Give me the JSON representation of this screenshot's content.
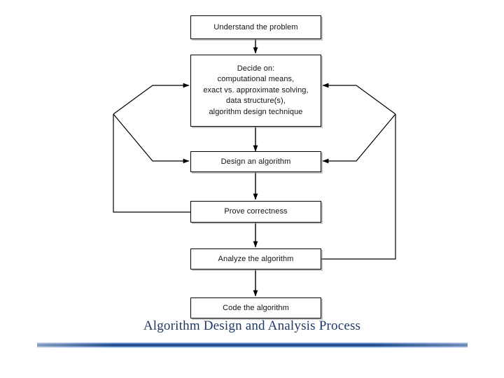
{
  "diagram": {
    "caption": "Algorithm Design and Analysis Process",
    "accent_color": "#1f3864",
    "line_color": "#000000",
    "box_fill": "#ffffff",
    "nodes": [
      {
        "id": "understand",
        "label": "Understand the problem"
      },
      {
        "id": "decide",
        "label": "Decide on:\ncomputational means,\nexact vs. approximate solving,\ndata structure(s),\nalgorithm design technique"
      },
      {
        "id": "design",
        "label": "Design an algorithm"
      },
      {
        "id": "prove",
        "label": "Prove correctness"
      },
      {
        "id": "analyze",
        "label": "Analyze the algorithm"
      },
      {
        "id": "code",
        "label": "Code the algorithm"
      }
    ],
    "edges": [
      {
        "from": "understand",
        "to": "decide",
        "kind": "forward"
      },
      {
        "from": "decide",
        "to": "design",
        "kind": "forward"
      },
      {
        "from": "design",
        "to": "prove",
        "kind": "forward"
      },
      {
        "from": "prove",
        "to": "analyze",
        "kind": "forward"
      },
      {
        "from": "analyze",
        "to": "code",
        "kind": "forward"
      },
      {
        "from": "prove",
        "to": "decide",
        "kind": "feedback-left"
      },
      {
        "from": "prove",
        "to": "design",
        "kind": "feedback-left"
      },
      {
        "from": "analyze",
        "to": "decide",
        "kind": "feedback-right"
      },
      {
        "from": "analyze",
        "to": "design",
        "kind": "feedback-right"
      }
    ]
  }
}
